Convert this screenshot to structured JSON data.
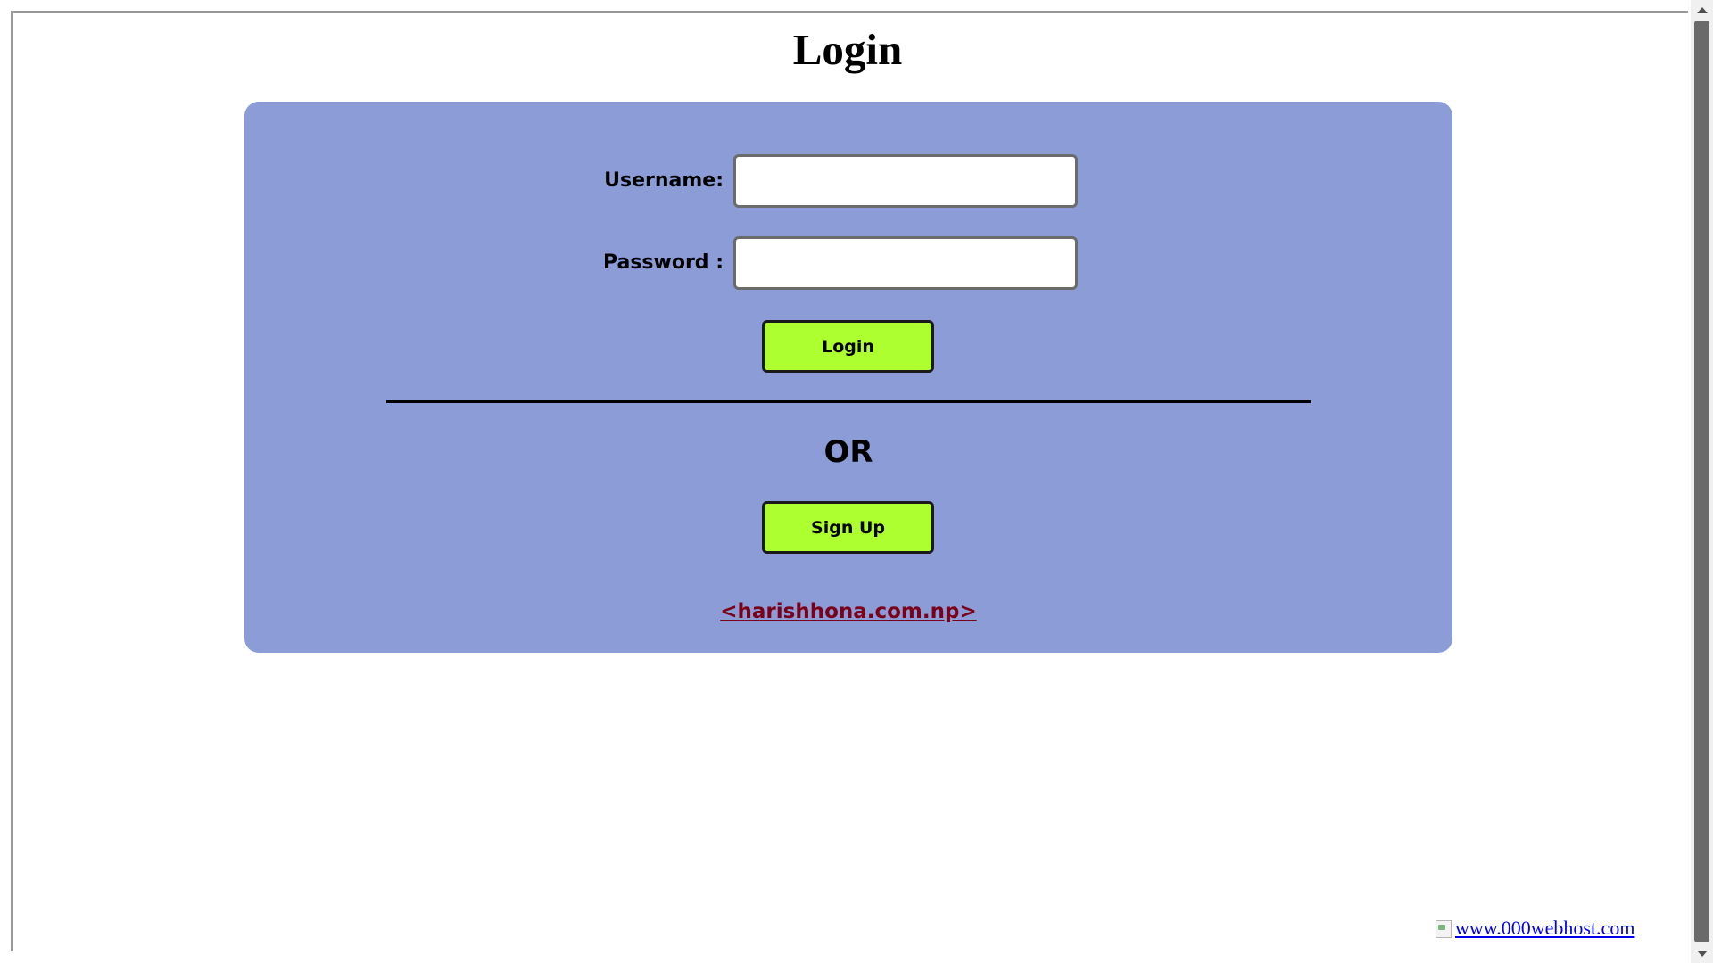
{
  "page": {
    "title": "Login"
  },
  "form": {
    "username_label": "Username:",
    "username_value": "",
    "password_label": "Password :",
    "password_value": "",
    "login_button": "Login",
    "or_text": "OR",
    "signup_button": "Sign Up",
    "footer_link": "<harishhona.com.np>"
  },
  "host_badge": {
    "alt_text": "www.000webhost.com"
  },
  "colors": {
    "panel_background": "#8b9cd7",
    "button_background": "#adff2f",
    "link_color": "#7a0019",
    "badge_link_color": "#0000ee"
  },
  "icons": {
    "broken_image": "broken-image-icon",
    "scroll_up": "chevron-up-icon",
    "scroll_down": "chevron-down-icon"
  }
}
